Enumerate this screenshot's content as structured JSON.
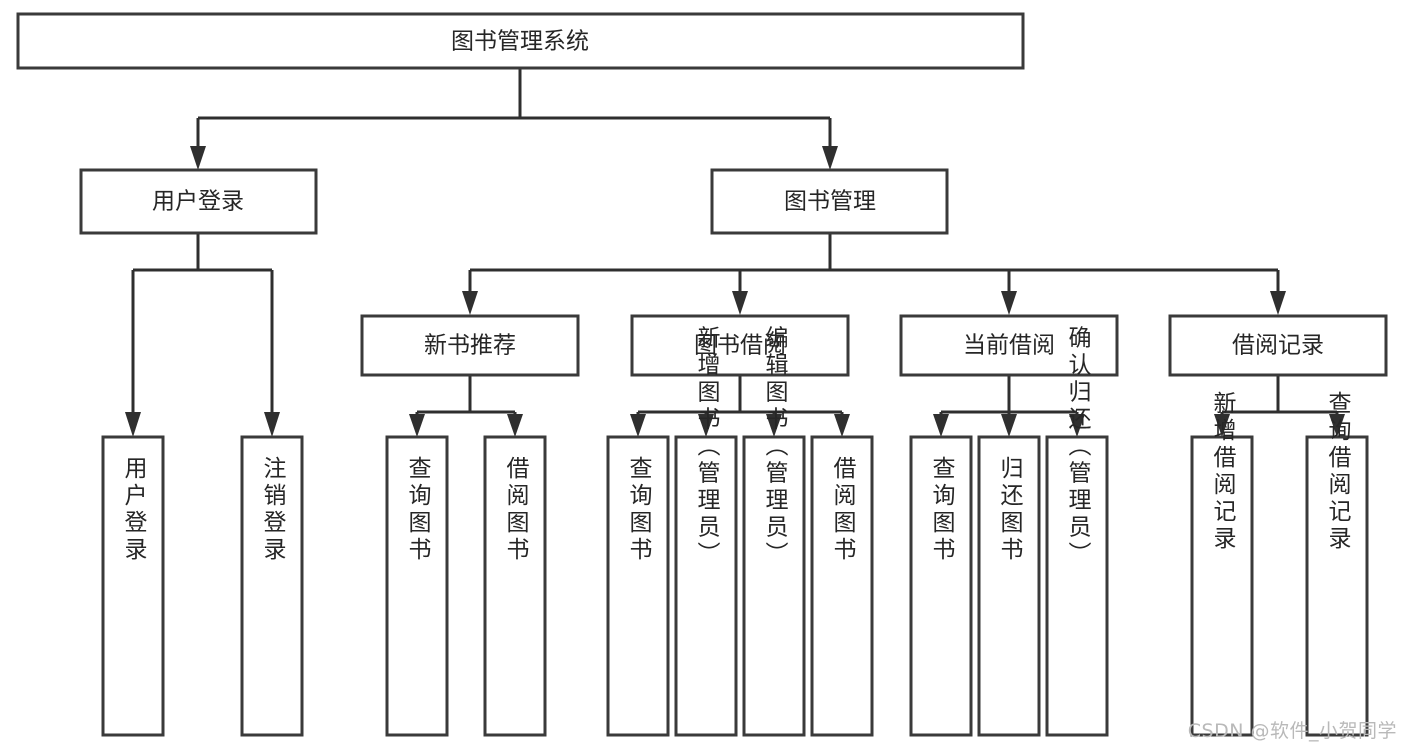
{
  "diagram": {
    "title": "图书管理系统",
    "type": "tree-hierarchy",
    "root": {
      "id": "root",
      "label": "图书管理系统"
    },
    "level1": [
      {
        "id": "user-login",
        "label": "用户登录"
      },
      {
        "id": "book-management",
        "label": "图书管理"
      }
    ],
    "level2": [
      {
        "id": "new-book-recommend",
        "label": "新书推荐",
        "parent": "book-management"
      },
      {
        "id": "book-borrow",
        "label": "图书借阅",
        "parent": "book-management"
      },
      {
        "id": "current-borrow",
        "label": "当前借阅",
        "parent": "book-management"
      },
      {
        "id": "borrow-record",
        "label": "借阅记录",
        "parent": "book-management"
      }
    ],
    "leaves": {
      "user-login": [
        {
          "id": "leaf-user-login",
          "label": "用户登录"
        },
        {
          "id": "leaf-logout-login",
          "label": "注销登录"
        }
      ],
      "new-book-recommend": [
        {
          "id": "leaf-query-book-1",
          "label": "查询图书"
        },
        {
          "id": "leaf-borrow-book-1",
          "label": "借阅图书"
        }
      ],
      "book-borrow": [
        {
          "id": "leaf-query-book-2",
          "label": "查询图书"
        },
        {
          "id": "leaf-add-book",
          "label": "新增图书（管理员）"
        },
        {
          "id": "leaf-edit-book",
          "label": "编辑图书（管理员）"
        },
        {
          "id": "leaf-borrow-book-2",
          "label": "借阅图书"
        }
      ],
      "current-borrow": [
        {
          "id": "leaf-query-book-3",
          "label": "查询图书"
        },
        {
          "id": "leaf-return-book",
          "label": "归还图书"
        },
        {
          "id": "leaf-confirm-return",
          "label": "确认归还（管理员）"
        }
      ],
      "borrow-record": [
        {
          "id": "leaf-add-borrow-record",
          "label": "新增借阅记录"
        },
        {
          "id": "leaf-query-borrow-record",
          "label": "查询借阅记录"
        }
      ]
    }
  },
  "watermark": {
    "text": "CSDN @软件_小贺同学"
  },
  "colors": {
    "box_border": "#3a3a3a",
    "edge": "#2f2f2f",
    "text": "#262626",
    "background": "#ffffff",
    "watermark": "#b9b9b9"
  }
}
